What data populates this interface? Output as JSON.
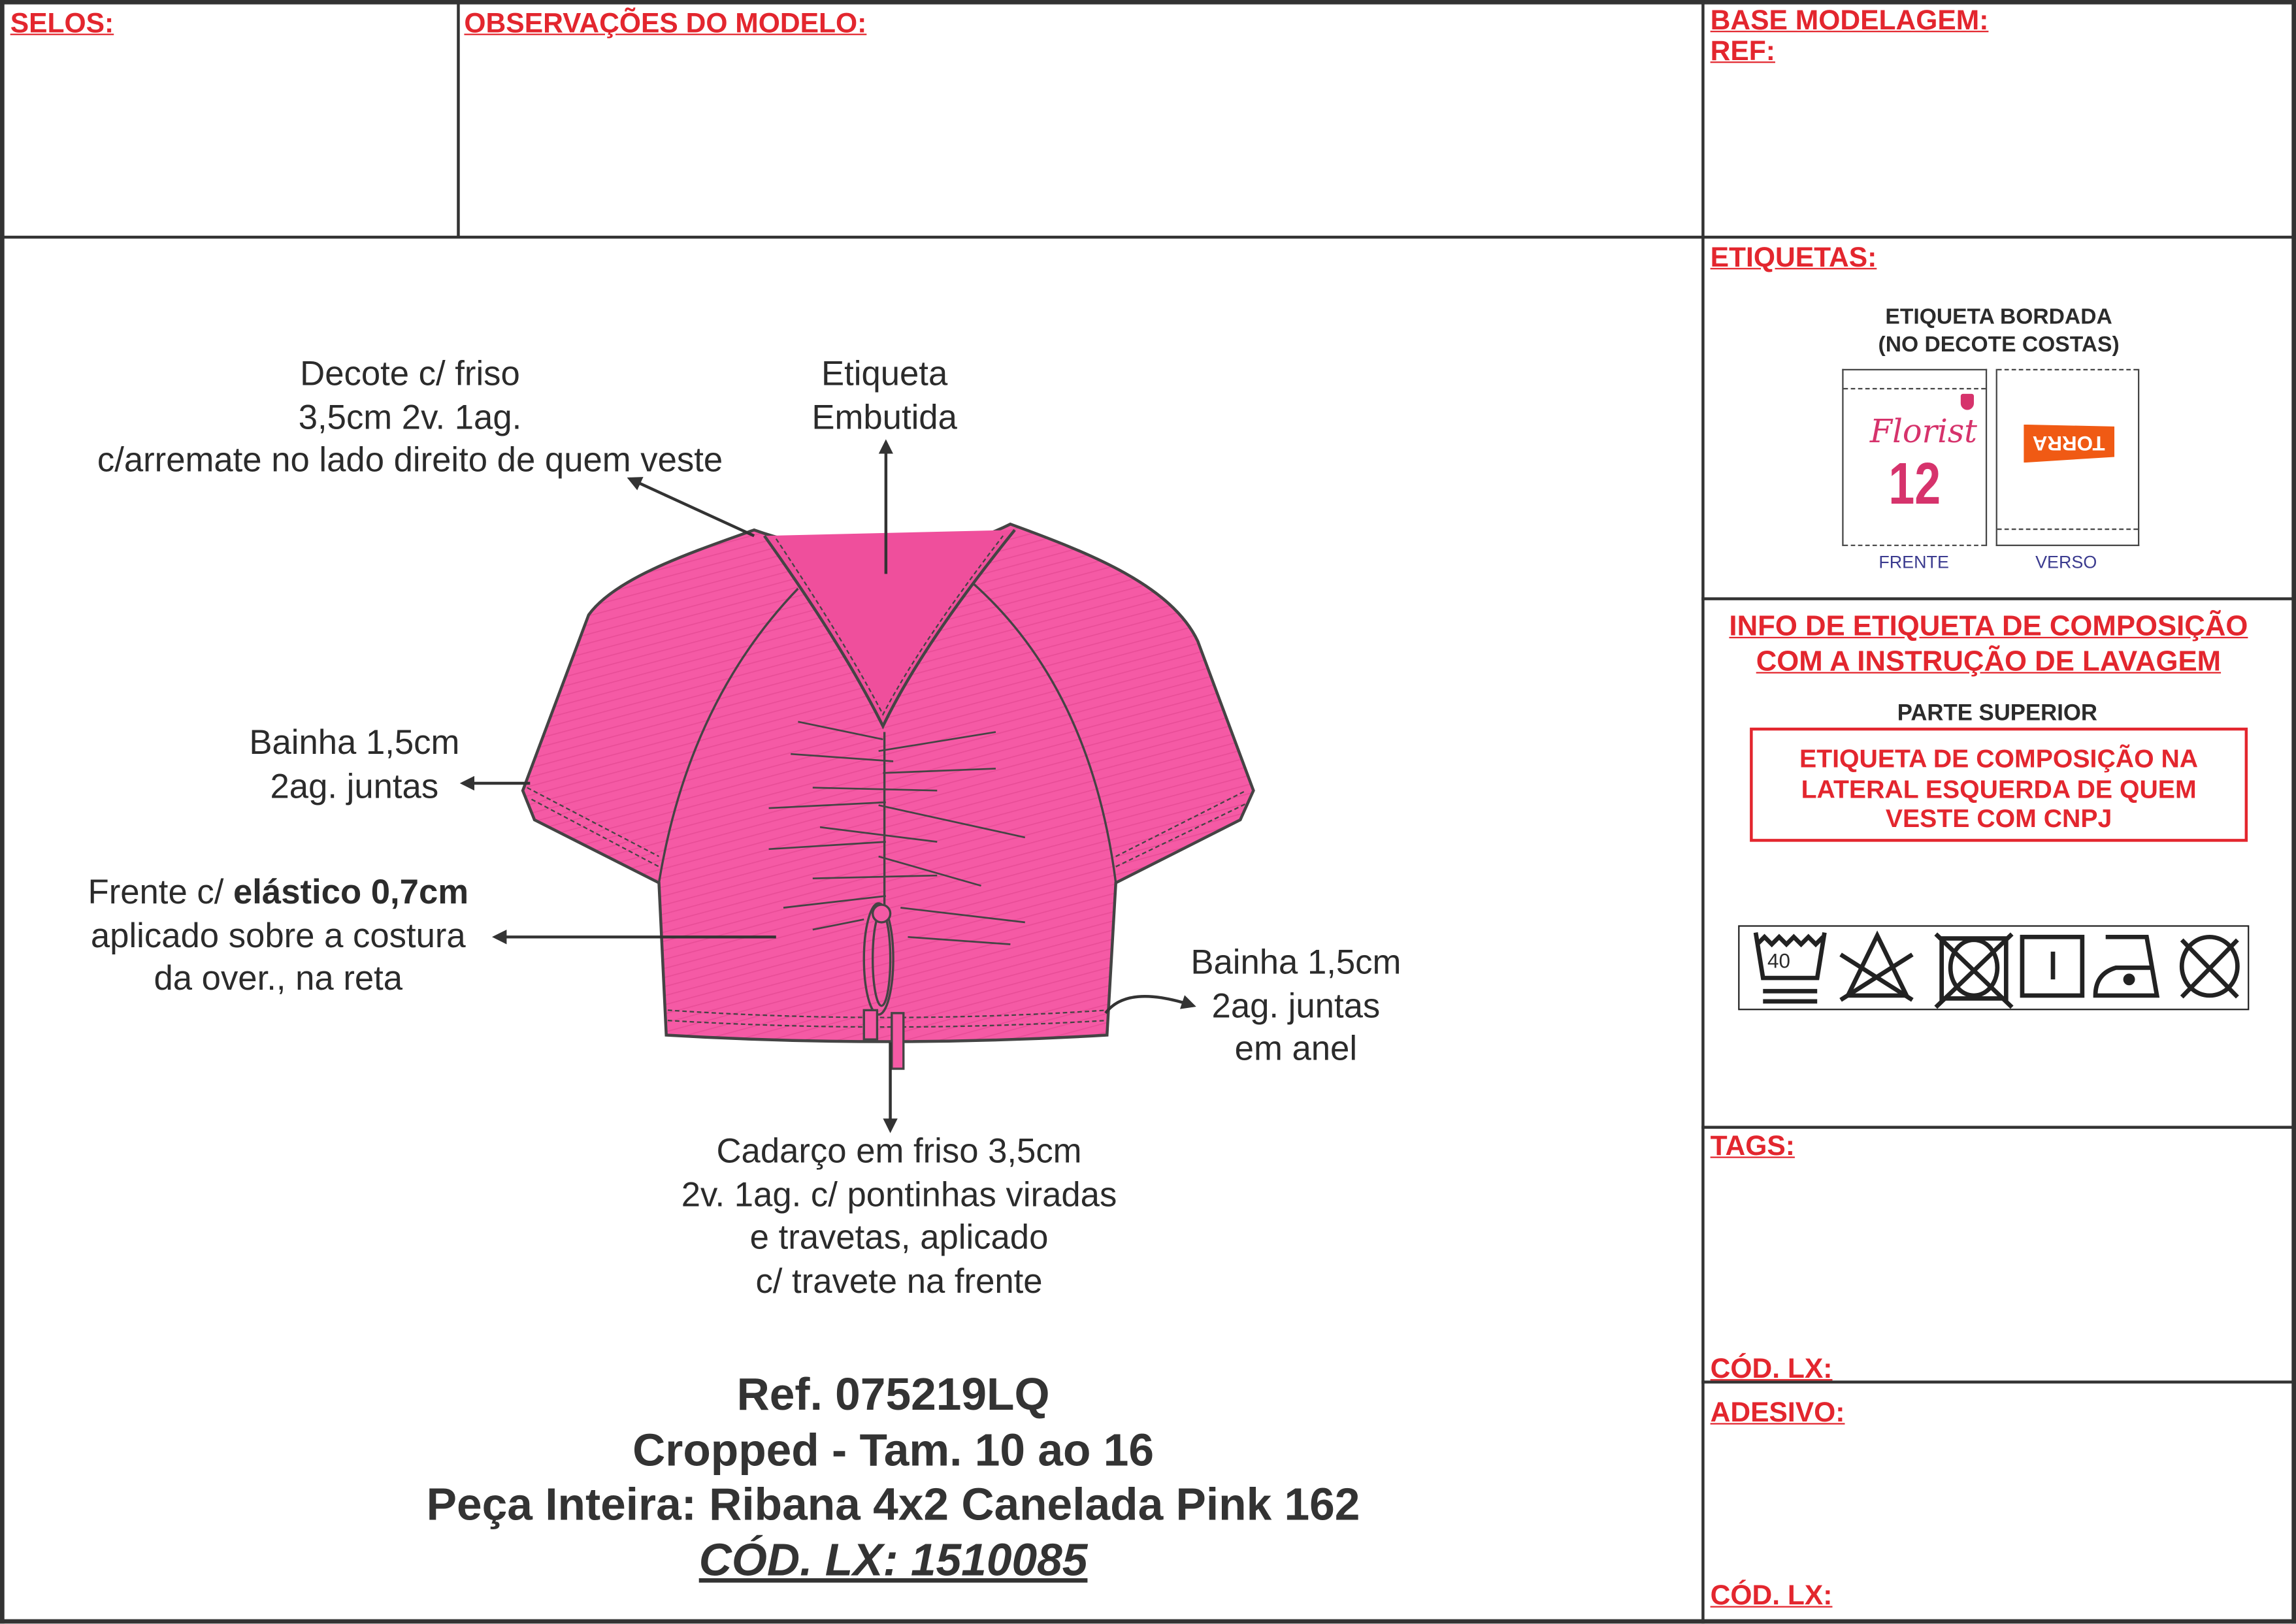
{
  "header": {
    "selos": "SELOS:",
    "observacoes": "OBSERVAÇÕES DO MODELO:",
    "base_modelagem": "BASE MODELAGEM:",
    "ref": "REF:"
  },
  "etiquetas": {
    "title": "ETIQUETAS:",
    "heading_line1": "ETIQUETA BORDADA",
    "heading_line2": "(NO DECOTE COSTAS)",
    "front_brand": "Florist",
    "front_size": "12",
    "back_brand": "TORRA",
    "front_caption": "FRENTE",
    "back_caption": "VERSO"
  },
  "composicao": {
    "title_line1": "INFO DE ETIQUETA DE COMPOSIÇÃO",
    "title_line2": "COM A INSTRUÇÃO DE LAVAGEM",
    "part": "PARTE SUPERIOR",
    "note_line1": "ETIQUETA DE COMPOSIÇÃO NA",
    "note_line2": "LATERAL ESQUERDA DE QUEM",
    "note_line3": "VESTE COM CNPJ",
    "wash_temp": "40",
    "care_symbols": [
      "wash-40-gentle-icon",
      "no-bleach-icon",
      "no-tumble-dry-icon",
      "line-dry-icon",
      "iron-low-icon",
      "no-dry-clean-icon"
    ]
  },
  "tags": {
    "title": "TAGS:",
    "cod": "CÓD. LX:"
  },
  "adesivo": {
    "title": "ADESIVO:",
    "cod": "CÓD. LX:"
  },
  "annotations": {
    "decote": [
      "Decote c/ friso",
      "3,5cm 2v. 1ag.",
      "c/arremate no lado direito de quem veste"
    ],
    "etiqueta": [
      "Etiqueta",
      "Embutida"
    ],
    "bainha_manga": [
      "Bainha 1,5cm",
      "2ag. juntas"
    ],
    "frente": {
      "prefix": "Frente c/ ",
      "bold": "elástico 0,7cm",
      "line2": "aplicado sobre a costura",
      "line3": "da over., na reta"
    },
    "bainha_barra": [
      "Bainha 1,5cm",
      "2ag. juntas",
      "em anel"
    ],
    "cadarco": [
      "Cadarço em friso 3,5cm",
      "2v. 1ag. c/ pontinhas viradas",
      "e travetas, aplicado",
      "c/ travete na frente"
    ]
  },
  "product": {
    "ref": "Ref. 075219LQ",
    "name": "Cropped - Tam. 10 ao 16",
    "fabric": "Peça Inteira: Ribana 4x2 Canelada Pink 162",
    "cod": "CÓD. LX: 1510085"
  },
  "colors": {
    "accent_red": "#e3262e",
    "garment_pink": "#f55aa5",
    "label_blue": "#3b3b8f",
    "torra_orange": "#f05a14",
    "florist_pink": "#d6336c"
  }
}
